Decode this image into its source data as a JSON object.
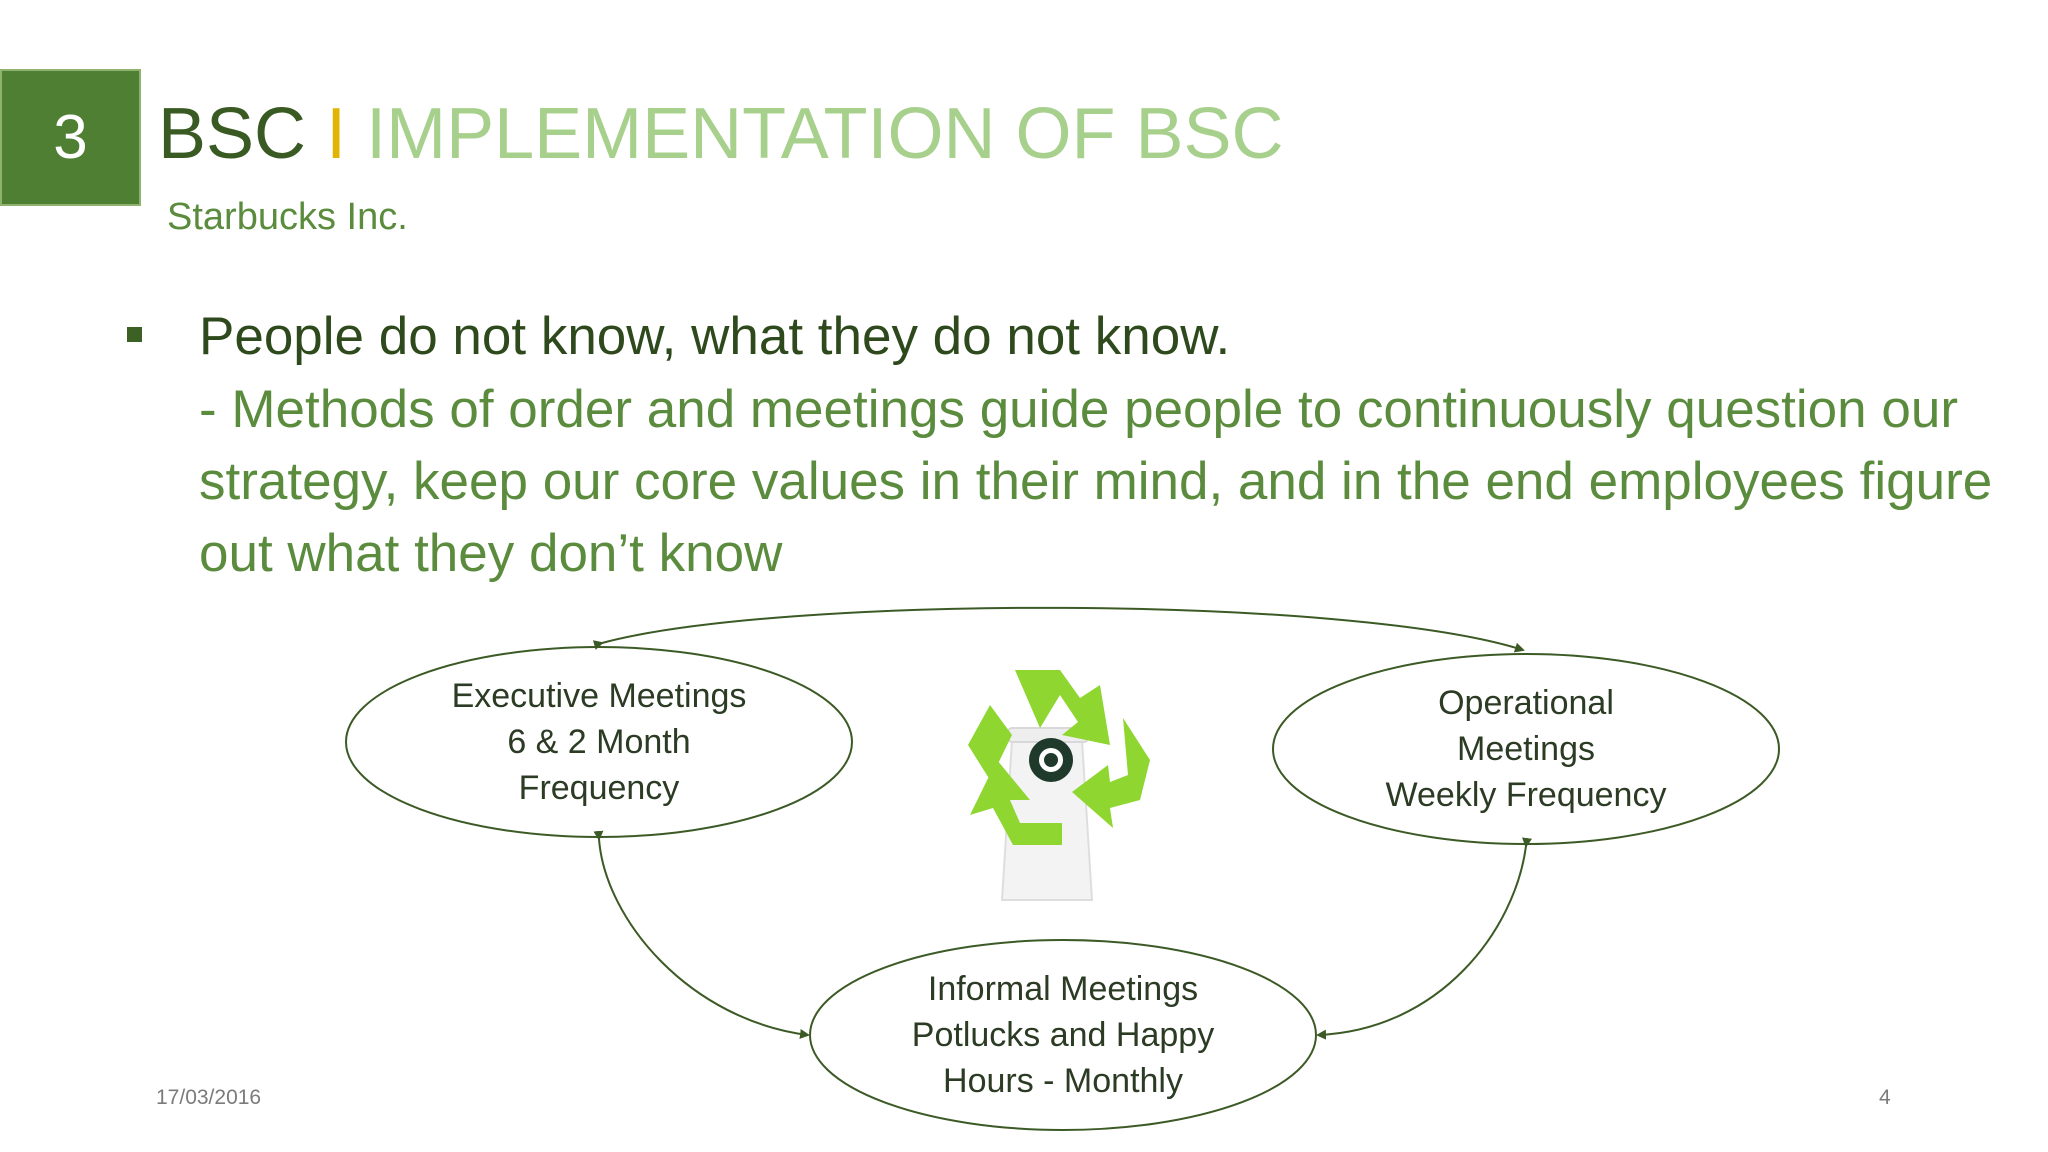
{
  "slide": {
    "number": "3",
    "title_main": "BSC",
    "title_separator": "I",
    "title_sub": "IMPLEMENTATION OF BSC",
    "subtitle": "Starbucks Inc.",
    "bullet_main": "People do not know, what they do not know.",
    "bullet_sub": "- Methods of order and meetings guide people to continuously question our strategy, keep our core values in their mind, and in the end employees figure out what they don’t know",
    "diagram": {
      "executive": {
        "line1": "Executive Meetings",
        "line2": "6 & 2 Month",
        "line3": "Frequency"
      },
      "operational": {
        "line1": "Operational",
        "line2": "Meetings",
        "line3": "Weekly Frequency"
      },
      "informal": {
        "line1": "Informal Meetings",
        "line2": "Potlucks and Happy",
        "line3": "Hours - Monthly"
      },
      "center_image": "starbucks-recycle-cup-icon"
    },
    "footer_date": "17/03/2016",
    "footer_page": "4",
    "colors": {
      "accent_dark_green": "#4f7f33",
      "title_light_green": "#a8d08d",
      "separator_yellow": "#e0b400",
      "recycle_green": "#8fd631",
      "diagram_stroke": "#3c5a25"
    }
  }
}
